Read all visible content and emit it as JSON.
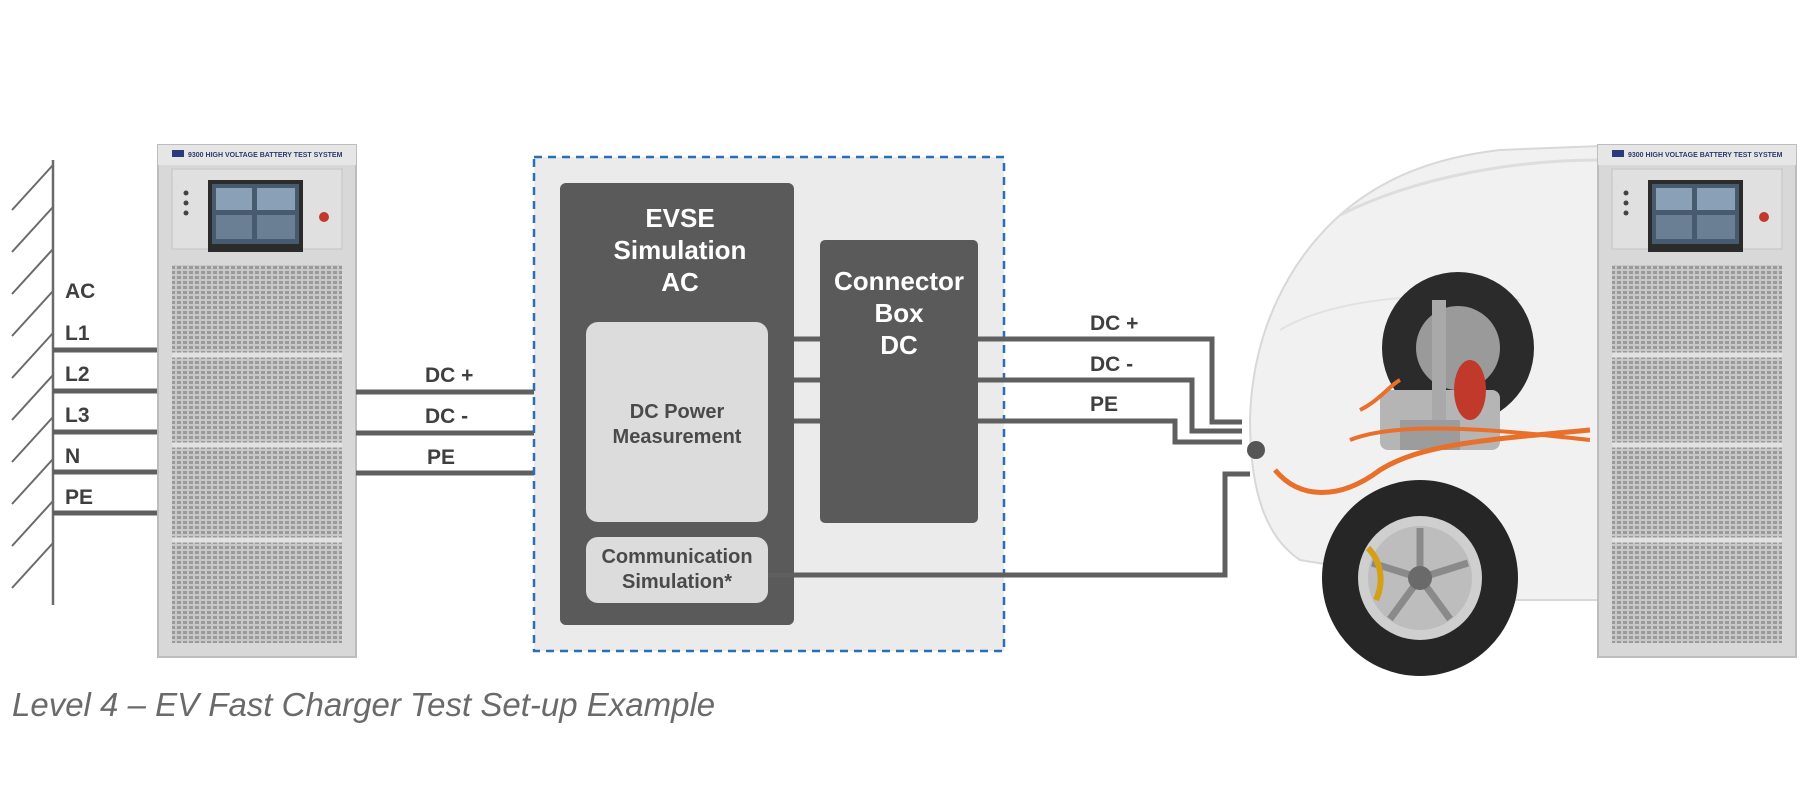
{
  "caption": "Level 4 – EV Fast Charger Test Set-up Example",
  "mains": {
    "label": "AC",
    "lines": [
      "L1",
      "L2",
      "L3",
      "N",
      "PE"
    ]
  },
  "cabinet": {
    "brand_text": "9300 HIGH VOLTAGE BATTERY TEST SYSTEM"
  },
  "dc_left": [
    "DC +",
    "DC -",
    "PE"
  ],
  "dc_right": [
    "DC +",
    "DC -",
    "PE"
  ],
  "evse": {
    "title": [
      "EVSE",
      "Simulation",
      "AC"
    ],
    "measurement": [
      "DC Power",
      "Measurement"
    ],
    "communication": [
      "Communication",
      "Simulation*"
    ]
  },
  "connector_box": {
    "title": [
      "Connector",
      "Box",
      "DC"
    ]
  },
  "colors": {
    "dark_box": "#5a5a5a",
    "light_box": "#dcdcdc",
    "wire": "#5f5f5f",
    "dashed_border": "#2c6db3",
    "panel_bg": "#ebebeb",
    "cabinet": "#d9d9d9",
    "orange_cable": "#e8702a"
  },
  "icons": {
    "wall": "hatched-wall-icon",
    "cabinet": "test-cabinet-icon",
    "vehicle": "ev-chassis-icon"
  }
}
